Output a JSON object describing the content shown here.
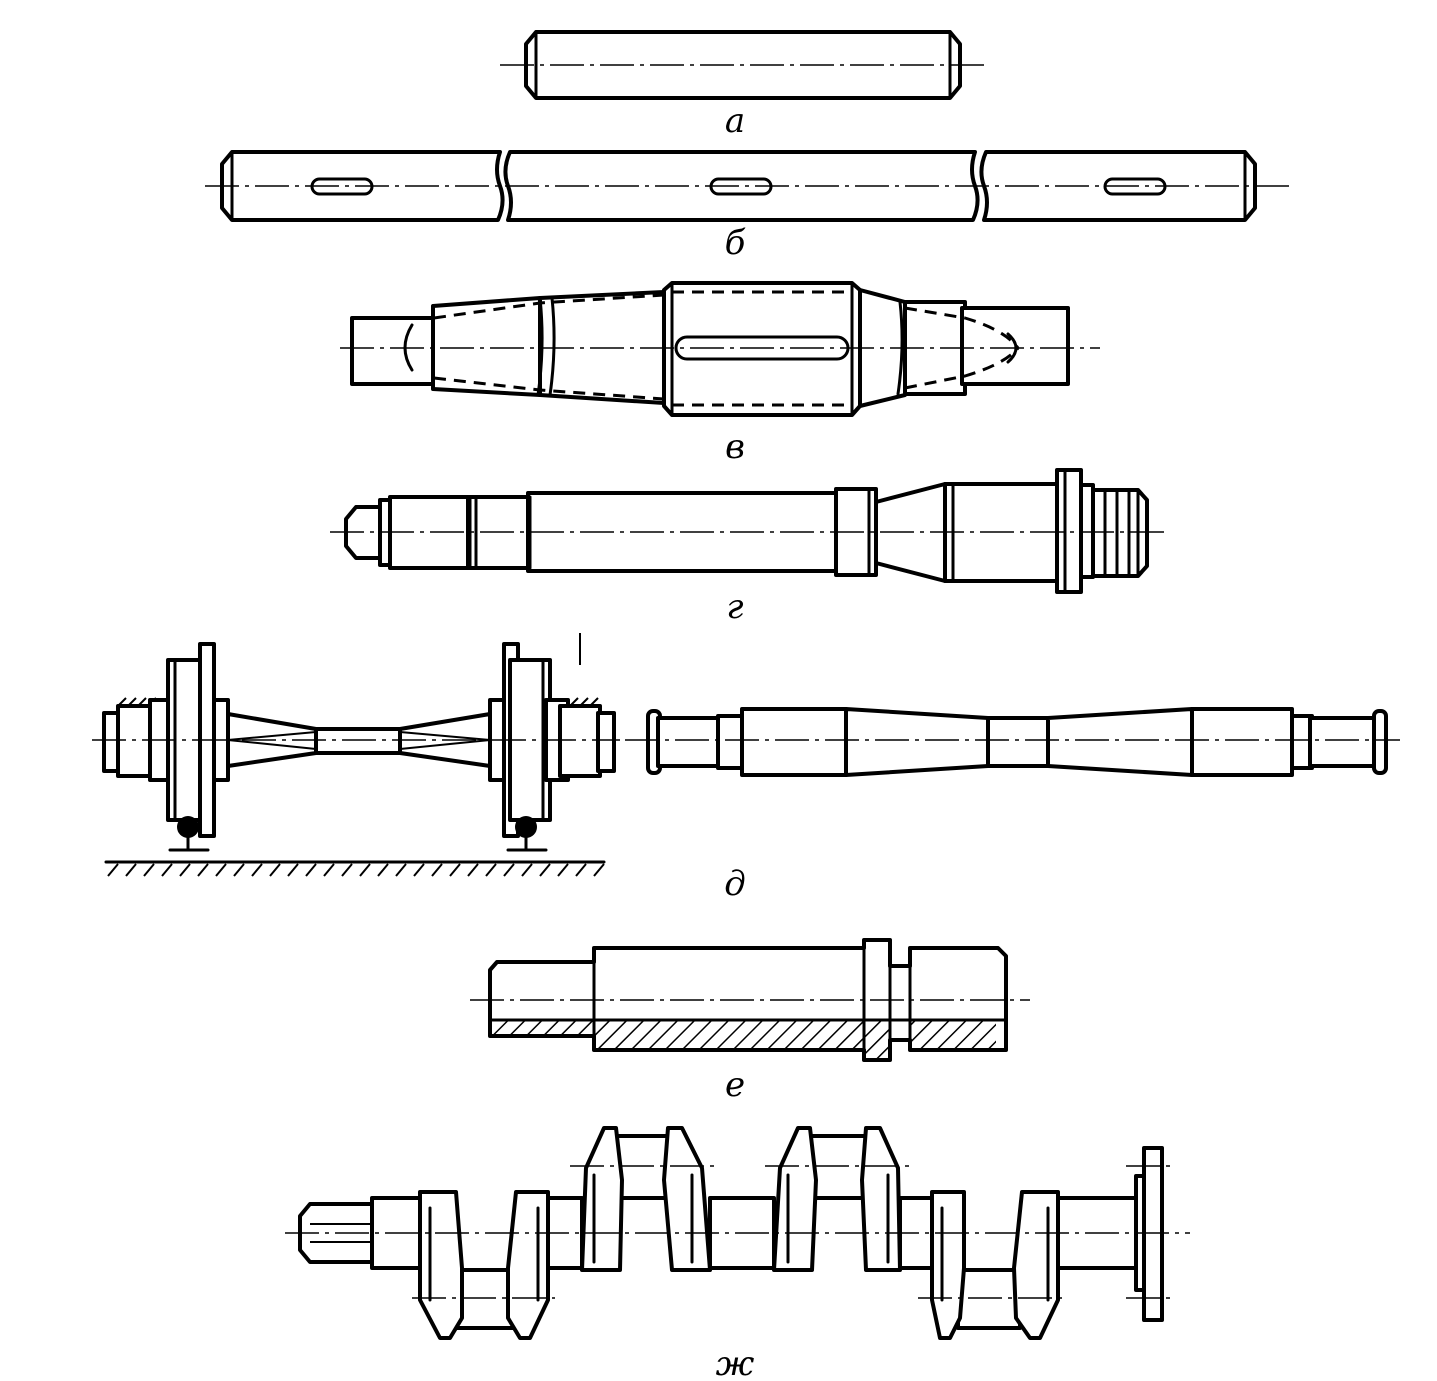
{
  "captions": {
    "a": "а",
    "b": "б",
    "v": "в",
    "g": "г",
    "d": "д",
    "e": "е",
    "zh": "ж"
  }
}
